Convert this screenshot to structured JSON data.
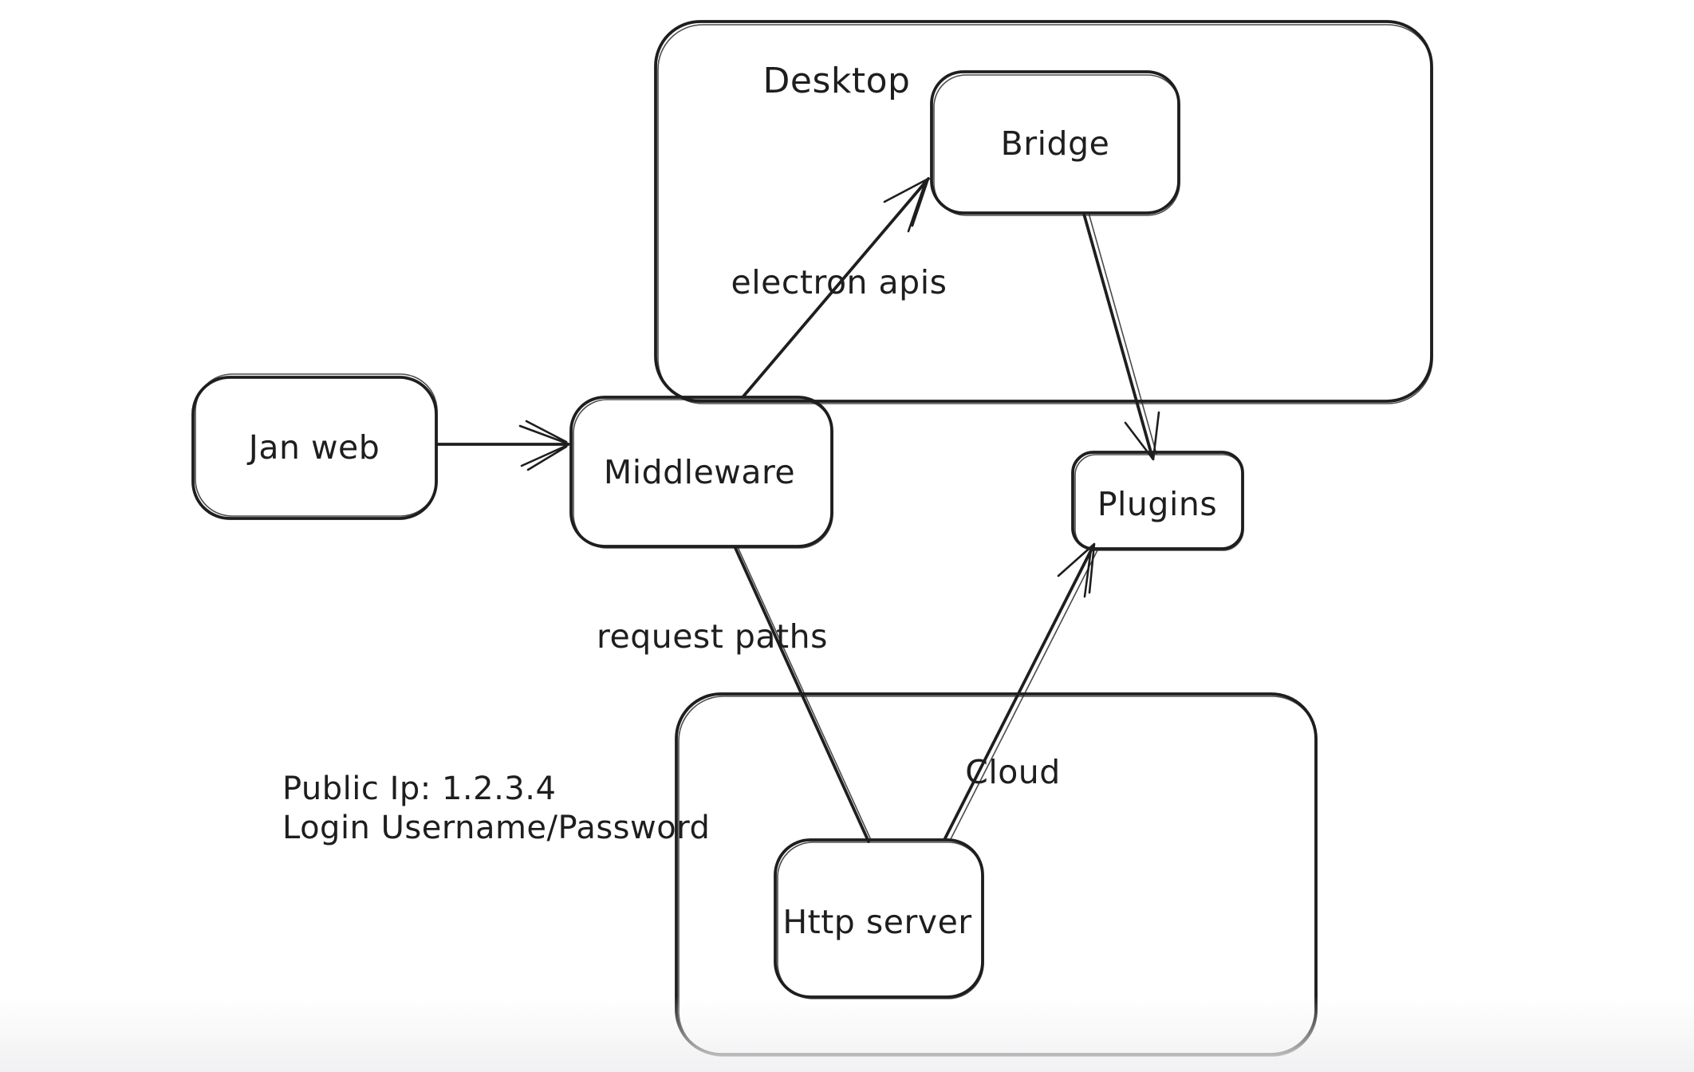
{
  "app": {
    "background_color": "#ffffff",
    "stroke_color": "#1e1e1e",
    "bottom_fade_color": "#f0f0f2"
  },
  "containers": [
    {
      "name": "desktop",
      "label": "Desktop"
    },
    {
      "name": "cloud",
      "label": "Cloud"
    }
  ],
  "nodes": [
    {
      "name": "jan-web",
      "label": "Jan web"
    },
    {
      "name": "middleware",
      "label": "Middleware"
    },
    {
      "name": "bridge",
      "label": "Bridge"
    },
    {
      "name": "plugins",
      "label": "Plugins"
    },
    {
      "name": "http-server",
      "label": "Http server"
    }
  ],
  "edges": [
    {
      "name": "jan-web-to-middleware",
      "from": "Jan web",
      "to": "Middleware"
    },
    {
      "name": "middleware-to-bridge",
      "from": "Middleware",
      "to": "Bridge",
      "label": "electron apis"
    },
    {
      "name": "bridge-to-plugins",
      "from": "Bridge",
      "to": "Plugins"
    },
    {
      "name": "middleware-to-http-server",
      "from": "Middleware",
      "to": "Http server",
      "label": "request paths"
    },
    {
      "name": "http-server-to-plugins",
      "from": "Http server",
      "to": "Plugins"
    }
  ],
  "annotations": [
    {
      "name": "public-ip",
      "text": "Public Ip: 1.2.3.4"
    },
    {
      "name": "login",
      "text": "Login Username/Password"
    }
  ]
}
